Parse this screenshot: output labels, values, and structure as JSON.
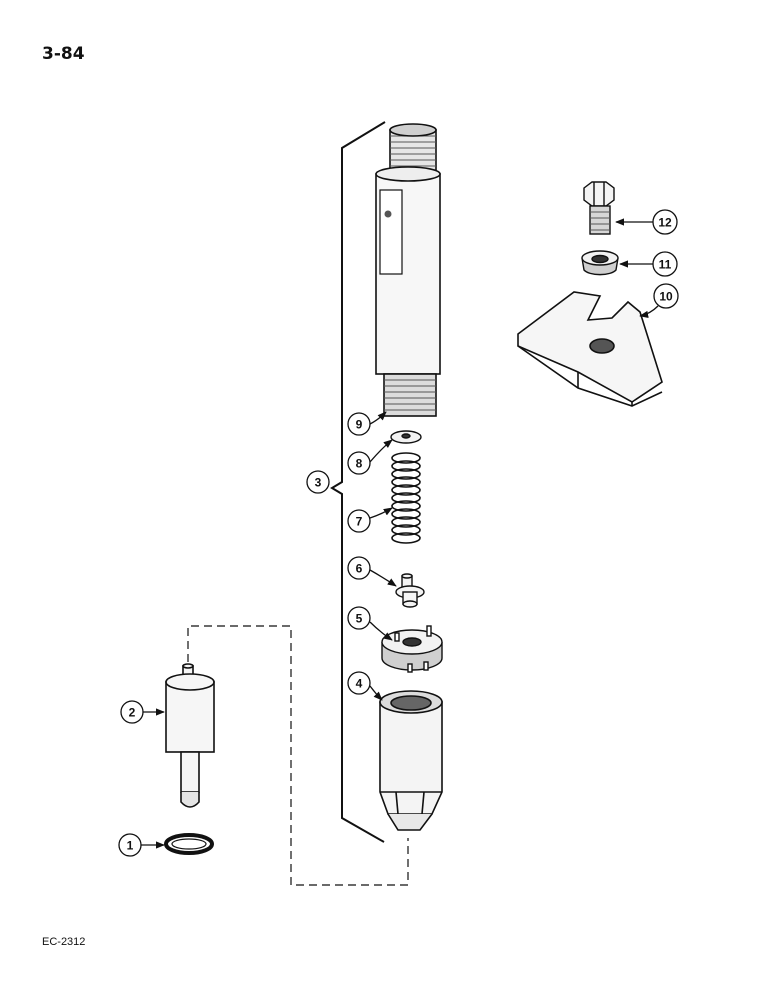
{
  "page": {
    "number": "3-84",
    "figure_code": "EC-2312"
  },
  "callouts": [
    {
      "id": "callout-1",
      "label": "1"
    },
    {
      "id": "callout-2",
      "label": "2"
    },
    {
      "id": "callout-3",
      "label": "3"
    },
    {
      "id": "callout-4",
      "label": "4"
    },
    {
      "id": "callout-5",
      "label": "5"
    },
    {
      "id": "callout-6",
      "label": "6"
    },
    {
      "id": "callout-7",
      "label": "7"
    },
    {
      "id": "callout-8",
      "label": "8"
    },
    {
      "id": "callout-9",
      "label": "9"
    },
    {
      "id": "callout-10",
      "label": "10"
    },
    {
      "id": "callout-11",
      "label": "11"
    },
    {
      "id": "callout-12",
      "label": "12"
    }
  ]
}
